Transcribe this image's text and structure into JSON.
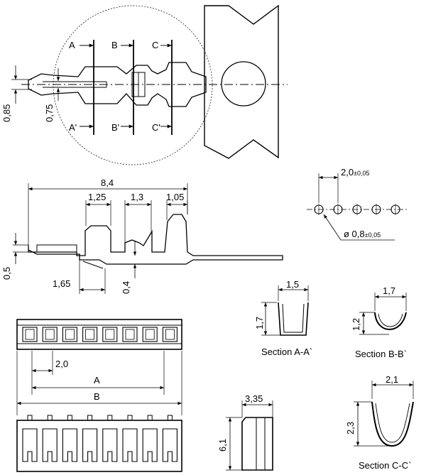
{
  "drawing": {
    "section_markers": {
      "a": "A",
      "b": "B",
      "c": "C",
      "a_prime": "A'",
      "b_prime": "B'",
      "c_prime": "C'"
    },
    "terminal_top": {
      "dim_height": "0,85",
      "dim_width": "0,75"
    },
    "terminal_side": {
      "dim_overall": "8,4",
      "dim_a": "1,25",
      "dim_b": "1,3",
      "dim_c": "1,05",
      "dim_height": "0,5",
      "dim_offset": "1,65",
      "dim_thickness": "0,4"
    },
    "pcb_layout": {
      "pitch_main": "2,0",
      "pitch_tol": "±0,05",
      "hole_prefix": "ø 0,8",
      "hole_tol": "±0,05",
      "hole_count": 5
    },
    "sections": {
      "aa": {
        "width": "1,5",
        "height": "1,7",
        "caption": "Section A-A`"
      },
      "bb": {
        "width": "1,7",
        "height": "1,2",
        "caption": "Section B-B`"
      },
      "cc": {
        "width": "2,1",
        "height": "2,3",
        "caption": "Section C-C`"
      }
    },
    "housing": {
      "dim_pitch": "2,0",
      "dim_a": "A",
      "dim_b": "B",
      "dim_width": "3,35",
      "dim_height": "6,1",
      "positions": 8
    }
  }
}
